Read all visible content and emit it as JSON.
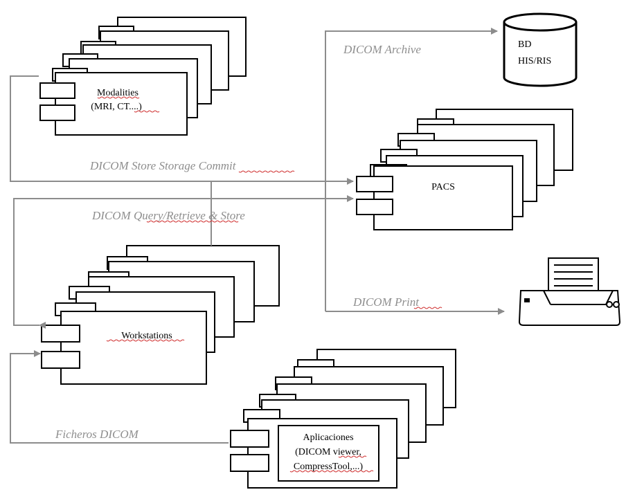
{
  "colors": {
    "connector": "#8c8c8c",
    "label": "#8e8e8e",
    "outline": "#000000",
    "spellcheck": "#d03030"
  },
  "connections": {
    "archive": "DICOM Archive",
    "store_commit": "DICOM Store Storage Commit",
    "query_retrieve": "DICOM Query/Retrieve & Store",
    "print": "DICOM Print",
    "files": "Ficheros DICOM"
  },
  "components": {
    "modalities": {
      "line1": "Modalities",
      "line2": "(MRI, CT....)"
    },
    "pacs": {
      "line1": "PACS"
    },
    "workstations": {
      "line1": "Workstations"
    },
    "applications": {
      "line1": "Aplicaciones",
      "line2": "(DICOM viewer,",
      "line3": "CompressTool,...)"
    }
  },
  "database": {
    "line1": "BD",
    "line2": "HIS/RIS"
  },
  "icons": {
    "database": "database-cylinder-icon",
    "printer": "printer-icon"
  }
}
